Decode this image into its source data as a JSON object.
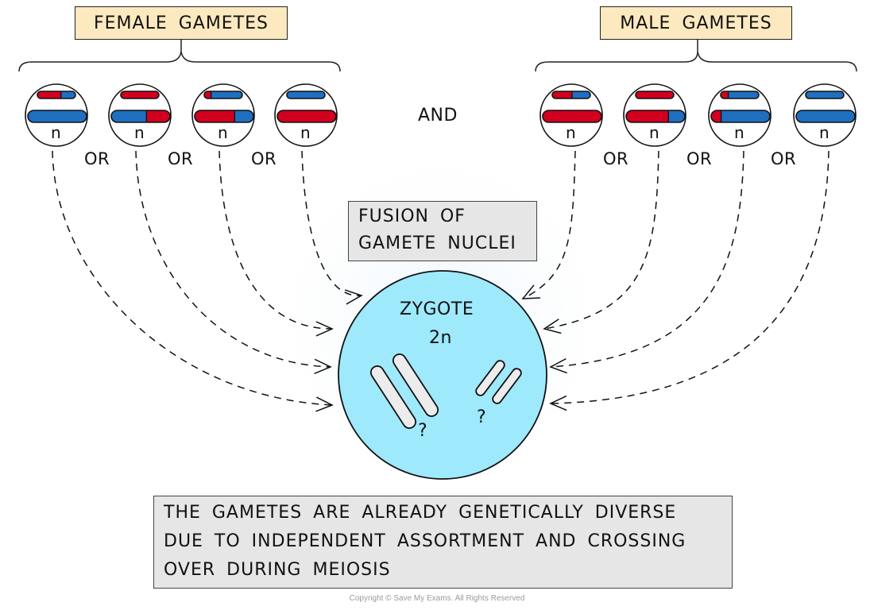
{
  "female": {
    "title": "FEMALE GAMETES",
    "gametes": [
      {
        "label": "n",
        "short": [
          [
            "red",
            0.62
          ],
          [
            "blue",
            0.38
          ]
        ],
        "long": [
          [
            "blue",
            1.0
          ]
        ]
      },
      {
        "label": "n",
        "short": [
          [
            "red",
            1.0
          ]
        ],
        "long": [
          [
            "blue",
            0.6
          ],
          [
            "red",
            0.4
          ]
        ]
      },
      {
        "label": "n",
        "short": [
          [
            "red",
            0.18
          ],
          [
            "blue",
            0.82
          ]
        ],
        "long": [
          [
            "red",
            0.68
          ],
          [
            "blue",
            0.32
          ]
        ]
      },
      {
        "label": "n",
        "short": [
          [
            "blue",
            1.0
          ]
        ],
        "long": [
          [
            "red",
            1.0
          ]
        ]
      }
    ],
    "separators": [
      "OR",
      "OR",
      "OR"
    ]
  },
  "male": {
    "title": "MALE GAMETES",
    "gametes": [
      {
        "label": "n",
        "short": [
          [
            "red",
            0.52
          ],
          [
            "blue",
            0.48
          ]
        ],
        "long": [
          [
            "red",
            1.0
          ]
        ]
      },
      {
        "label": "n",
        "short": [
          [
            "red",
            1.0
          ]
        ],
        "long": [
          [
            "red",
            0.72
          ],
          [
            "blue",
            0.28
          ]
        ]
      },
      {
        "label": "n",
        "short": [
          [
            "red",
            0.2
          ],
          [
            "blue",
            0.8
          ]
        ],
        "long": [
          [
            "red",
            0.17
          ],
          [
            "blue",
            0.83
          ]
        ]
      },
      {
        "label": "n",
        "short": [
          [
            "blue",
            1.0
          ]
        ],
        "long": [
          [
            "blue",
            1.0
          ]
        ]
      }
    ],
    "separators": [
      "OR",
      "OR",
      "OR"
    ]
  },
  "connector": "AND",
  "fusion_label": [
    "FUSION OF",
    "GAMETE NUCLEI"
  ],
  "zygote": {
    "title": "ZYGOTE",
    "ploidy": "2n",
    "unknown_marks": [
      "?",
      "?"
    ]
  },
  "explanation": [
    "THE GAMETES ARE ALREADY GENETICALLY DIVERSE",
    "DUE TO INDEPENDENT ASSORTMENT AND CROSSING",
    "OVER DURING MEIOSIS"
  ],
  "copyright": "Copyright © Save My Exams. All Rights Reserved",
  "colors": {
    "red": "#d2001f",
    "blue": "#1f6fc1",
    "zygote": "#9ee9fb",
    "label_fill": "#fde9bf",
    "note_fill": "#e6e6e6"
  }
}
